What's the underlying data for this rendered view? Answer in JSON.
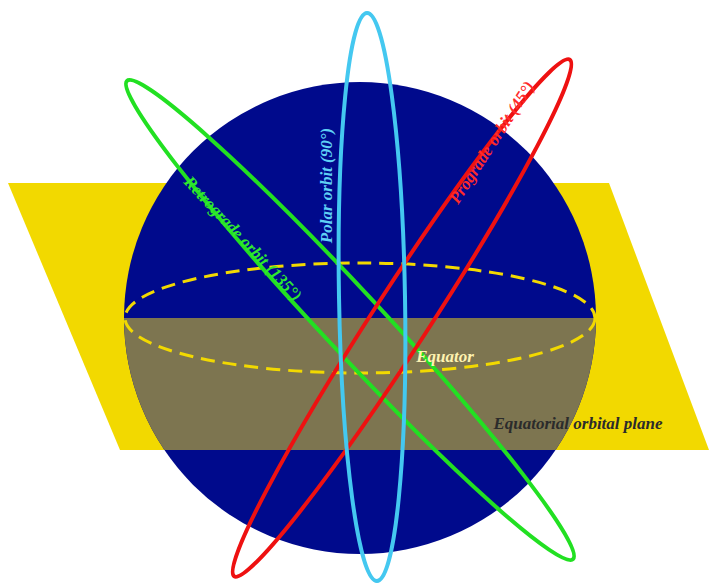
{
  "diagram": {
    "labels": [
      "Retrograde orbit (135°)",
      "Polar orbit (90°)",
      "Prograde orbit (45°)",
      "Equator",
      "Equatorial orbital plane"
    ]
  }
}
